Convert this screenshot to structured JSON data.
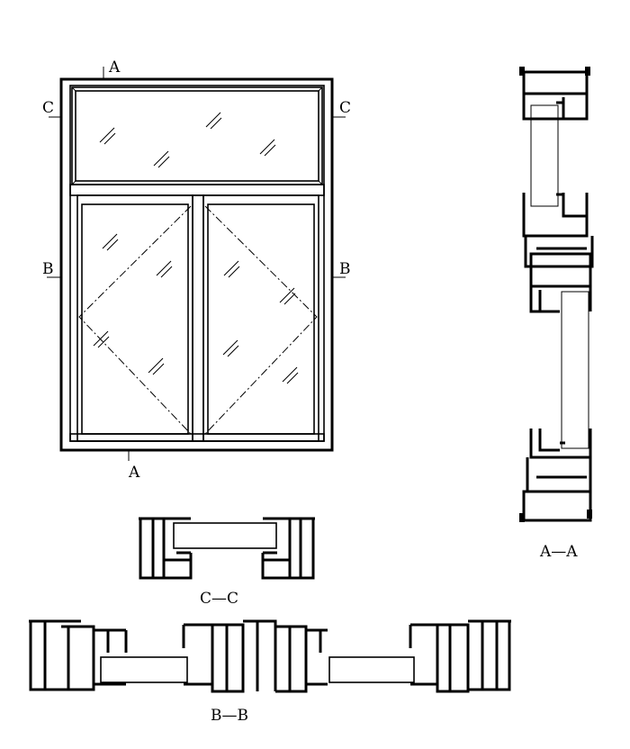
{
  "title": "Window elevation and section details",
  "elevation": {
    "section_mark_top": "A",
    "section_mark_bottom": "A",
    "section_mark_left_c": "C",
    "section_mark_right_c": "C",
    "section_mark_left_b": "B",
    "section_mark_right_b": "B"
  },
  "sections": {
    "a_a": "A—A",
    "c_c": "C—C",
    "b_b": "B—B"
  },
  "colors": {
    "line": "#000000",
    "background": "#ffffff"
  }
}
